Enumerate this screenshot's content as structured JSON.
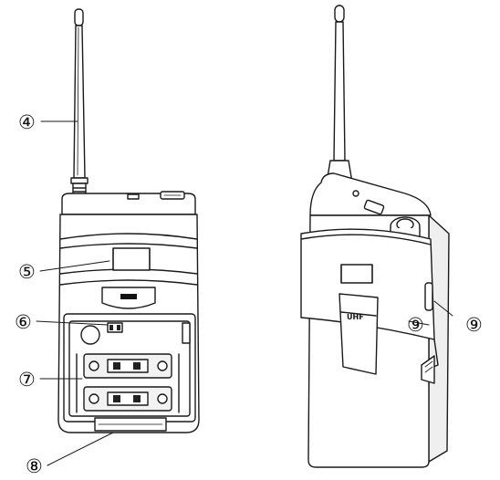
{
  "callouts": {
    "c4": "④",
    "c5": "⑤",
    "c6": "⑥",
    "c7": "⑦",
    "c8": "⑧",
    "c9a": "⑨",
    "c9b": "⑨"
  },
  "device_badge": "UHF",
  "colors": {
    "line": "#1a1a1a",
    "body": "#ffffff",
    "shade": "#dcdcdc",
    "dark": "#222222"
  }
}
